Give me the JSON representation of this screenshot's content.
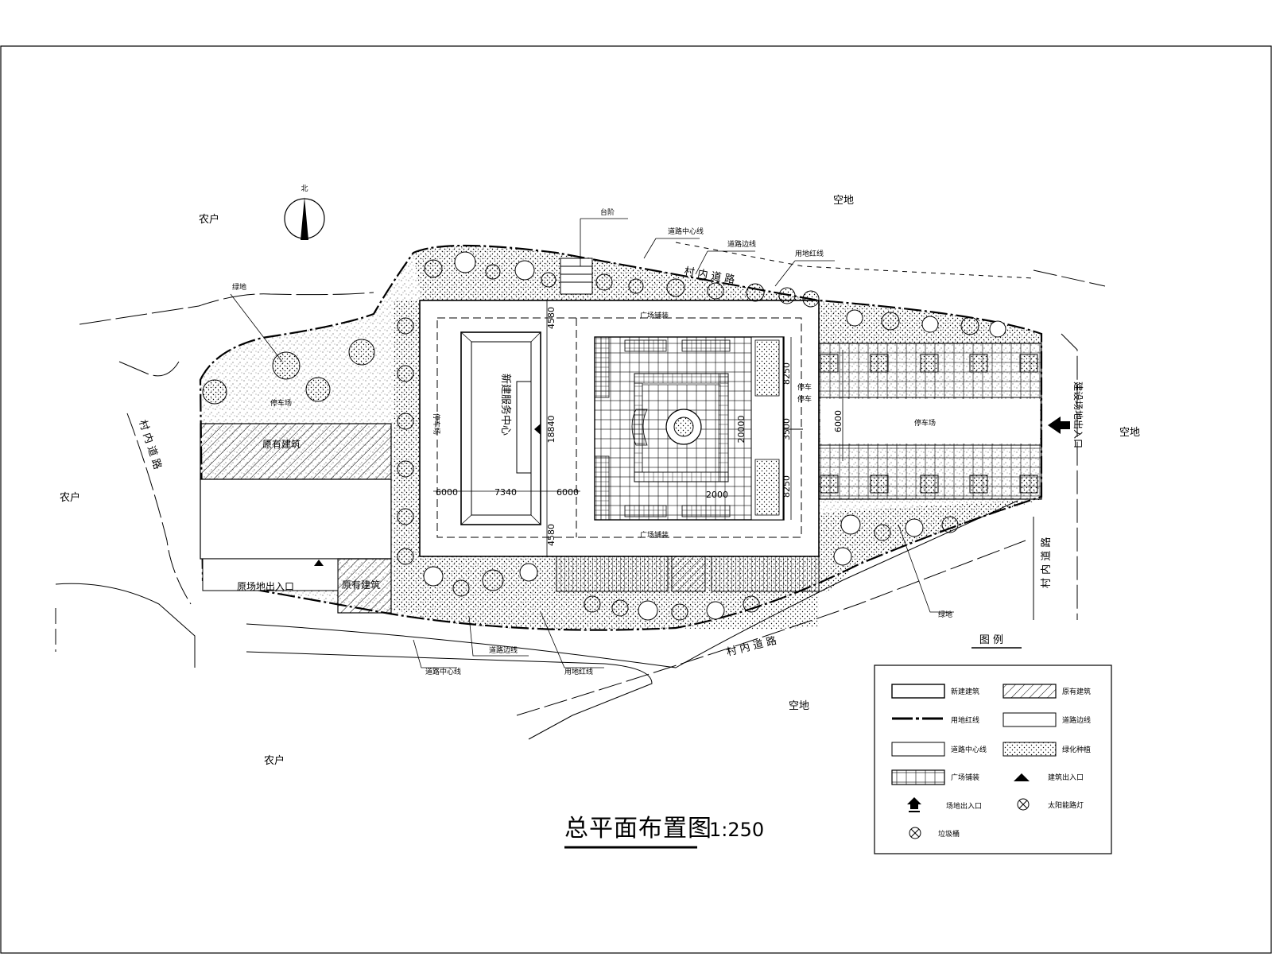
{
  "drawing": {
    "title": "总平面布置图",
    "scale": "1:250",
    "north": "北"
  },
  "labels": {
    "nonghu_top_left": "农户",
    "nonghu_left": "农户",
    "nonghu_bottom": "农户",
    "kongdi_top": "空地",
    "kongdi_right": "空地",
    "kongdi_bottom": "空地",
    "village_road_top": "村 内 道 路",
    "village_road_bottom": "村 内 道 路",
    "village_road_left": "村 内 道 路",
    "village_road_right": "村 内 道 路",
    "existing_building_1": "原有建筑",
    "existing_building_2": "原有建筑",
    "main_building": "新建服务中心",
    "site_entrance": "建设场地出入口",
    "original_entrance": "原场地出入口",
    "steps": "台阶",
    "road_centerline": "道路中心线",
    "road_edge": "道路边线",
    "land_redline": "用地红线",
    "lawn_1": "绿地",
    "lawn_2": "绿地",
    "plaza_top": "广场铺装",
    "plaza_bottom": "广场铺装",
    "road_left": "停车场",
    "road_right": "停车场",
    "road_mid": "停车场",
    "lane_top": "停车",
    "lane_side": "停车"
  },
  "dimensions": {
    "d4580_top": "4580",
    "d4580_bottom": "4580",
    "d18840": "18840",
    "d6000_left": "6000",
    "d7340": "7340",
    "d6000_right": "6000",
    "d8250_top": "8250",
    "d3500": "3500",
    "d8250_bottom": "8250",
    "d20000": "20000",
    "d2000": "2000",
    "d6000_park": "6000"
  },
  "legend": {
    "title": "图 例",
    "items": [
      {
        "label": "新建建筑"
      },
      {
        "label": "原有建筑"
      },
      {
        "label": "用地红线"
      },
      {
        "label": "道路边线"
      },
      {
        "label": "道路中心线"
      },
      {
        "label": "绿化种植"
      },
      {
        "label": "广场铺装"
      },
      {
        "label": "建筑出入口"
      },
      {
        "label": "场地出入口"
      },
      {
        "label": "太阳能路灯"
      },
      {
        "label": "垃圾桶"
      }
    ]
  }
}
